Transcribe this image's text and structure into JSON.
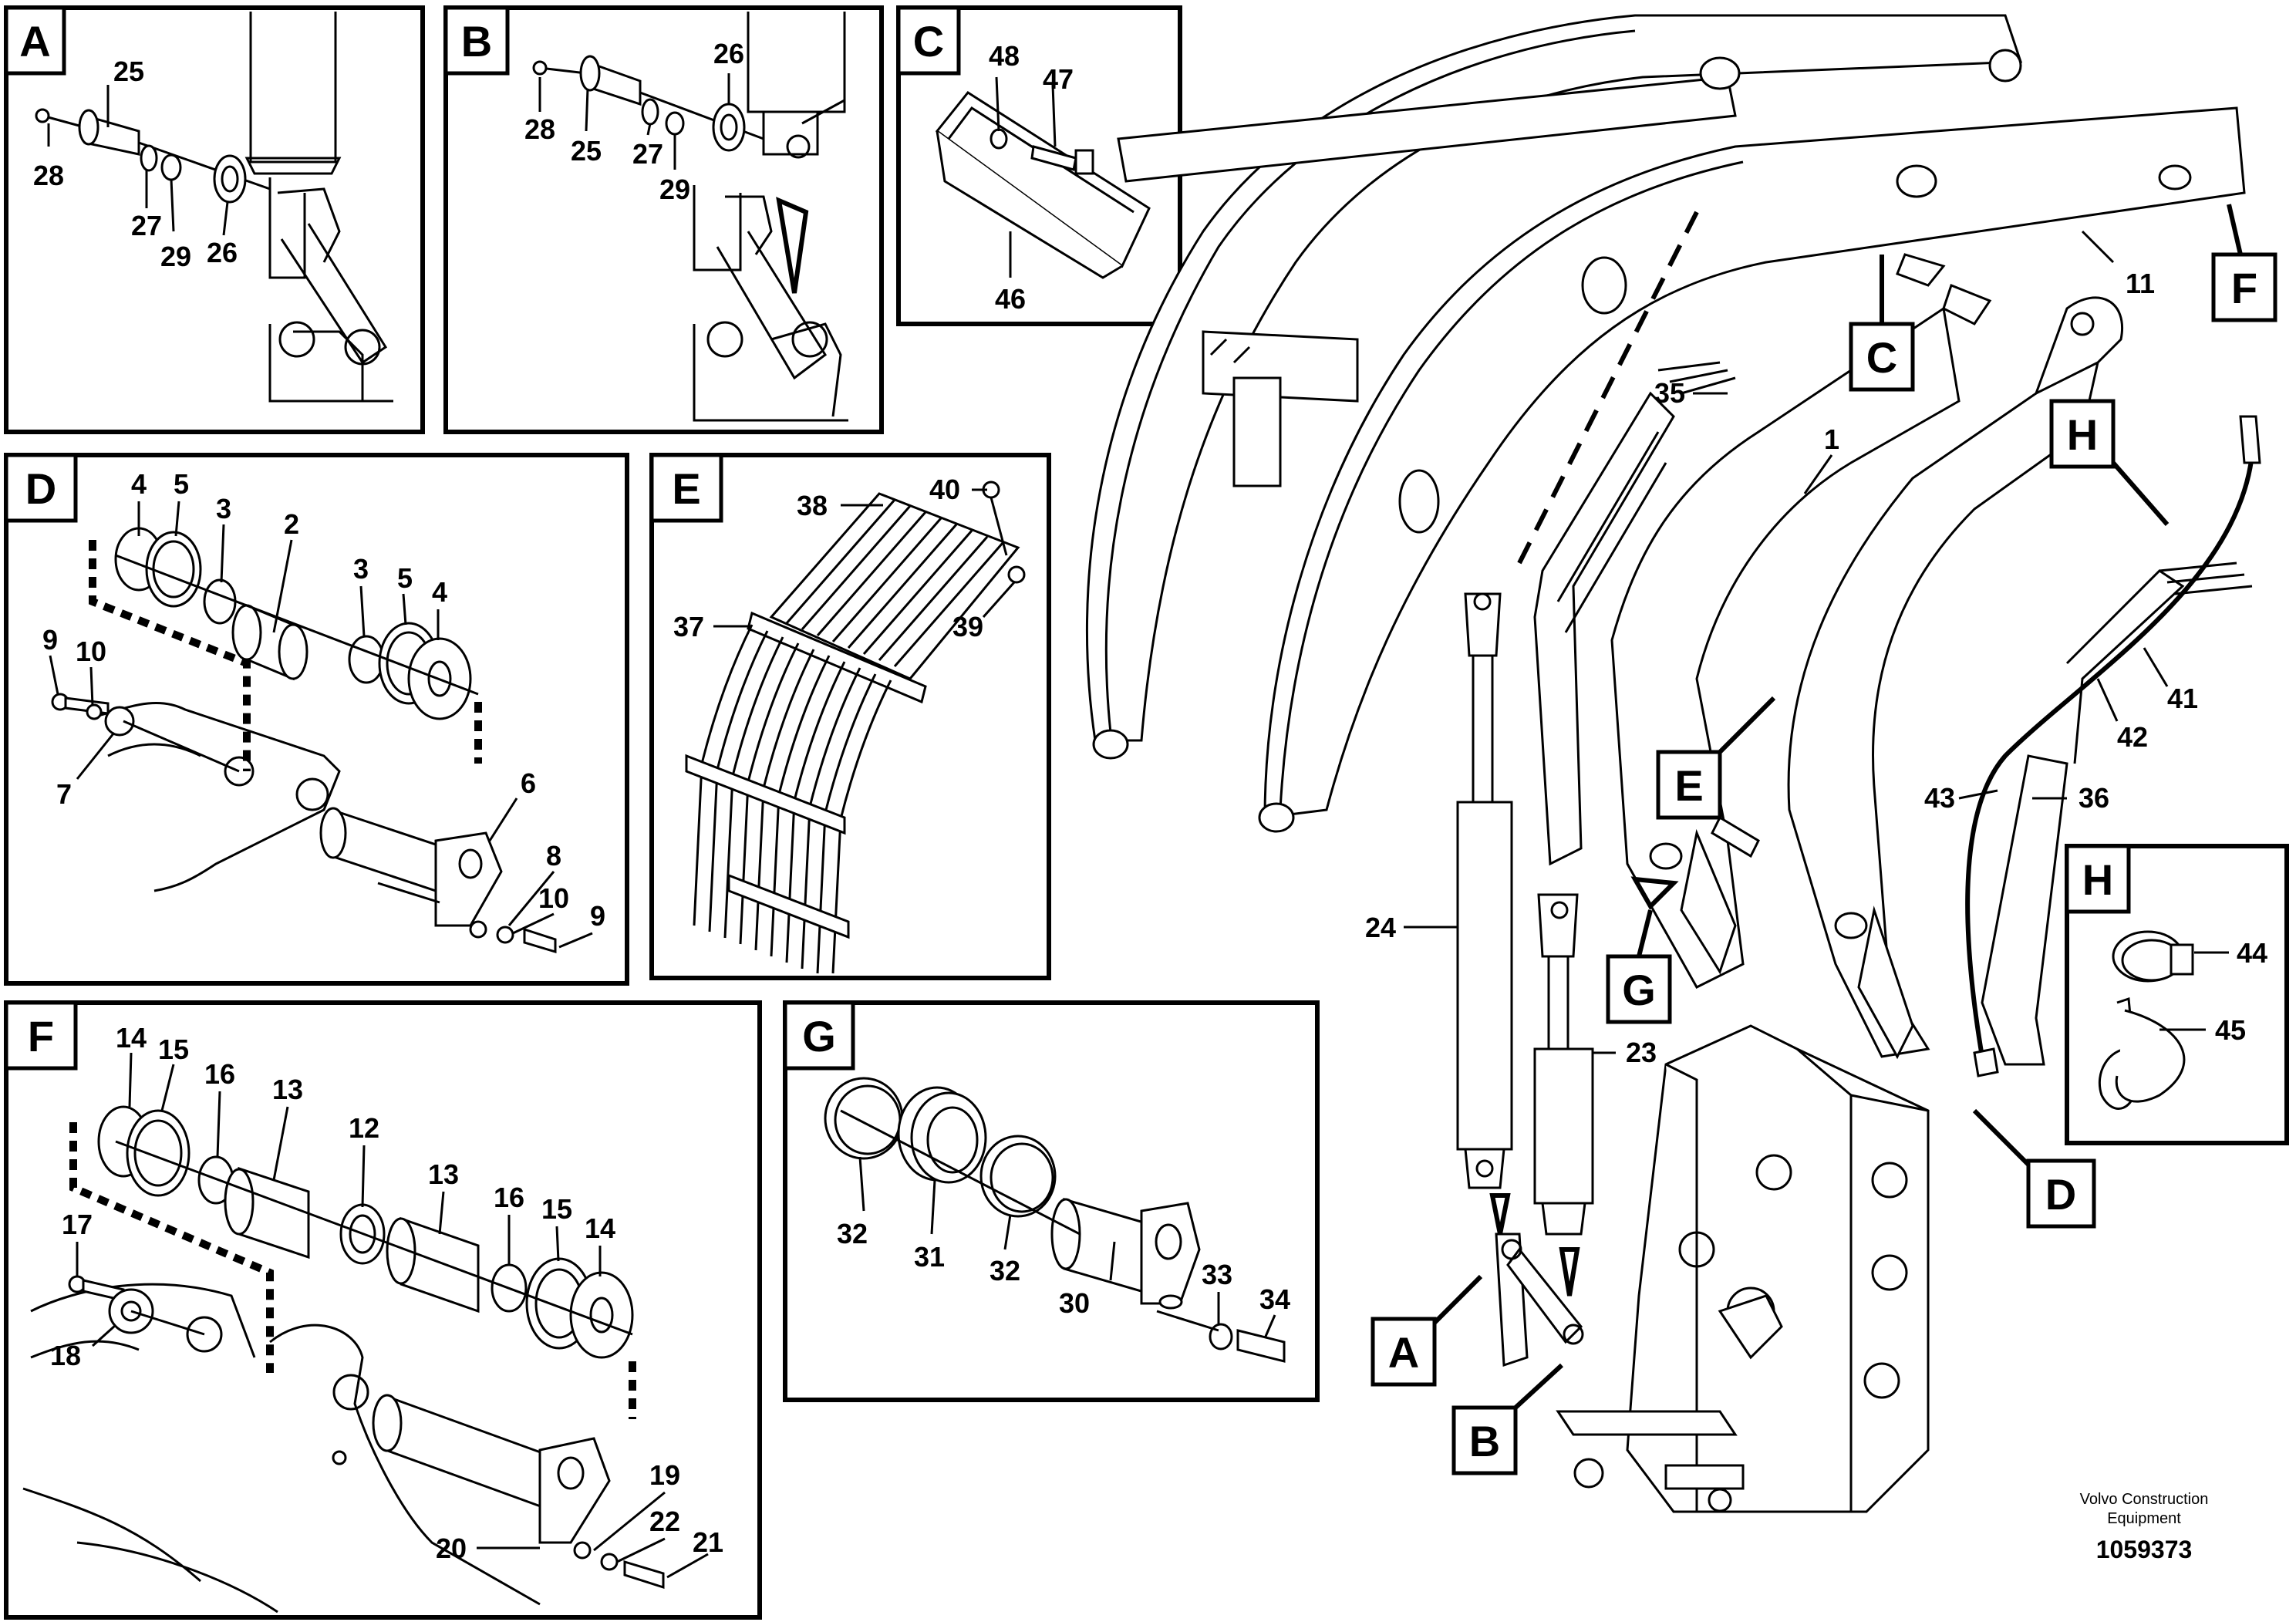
{
  "detail_panels": [
    {
      "letter": "A",
      "parts": [
        "25",
        "28",
        "27",
        "29",
        "26"
      ]
    },
    {
      "letter": "B",
      "parts": [
        "26",
        "28",
        "25",
        "27",
        "29"
      ]
    },
    {
      "letter": "C",
      "parts": [
        "48",
        "47",
        "46"
      ]
    },
    {
      "letter": "D",
      "parts": [
        "4",
        "5",
        "3",
        "2",
        "3",
        "5",
        "4",
        "9",
        "10",
        "7",
        "6",
        "8",
        "10",
        "9"
      ]
    },
    {
      "letter": "E",
      "parts": [
        "38",
        "40",
        "37",
        "39"
      ]
    },
    {
      "letter": "F",
      "parts": [
        "14",
        "15",
        "16",
        "13",
        "12",
        "13",
        "16",
        "15",
        "14",
        "17",
        "18",
        "19",
        "22",
        "20",
        "21"
      ]
    },
    {
      "letter": "G",
      "parts": [
        "32",
        "31",
        "32",
        "30",
        "33",
        "34"
      ]
    },
    {
      "letter": "H",
      "parts": [
        "44",
        "45"
      ]
    }
  ],
  "main_callouts": {
    "letters": [
      "C",
      "F",
      "H",
      "E",
      "G",
      "D",
      "A",
      "B"
    ],
    "parts": [
      "11",
      "35",
      "1",
      "41",
      "42",
      "43",
      "36",
      "24",
      "23"
    ]
  },
  "footer": {
    "brand_line1": "Volvo Construction",
    "brand_line2": "Equipment",
    "drawing_number": "1059373"
  }
}
